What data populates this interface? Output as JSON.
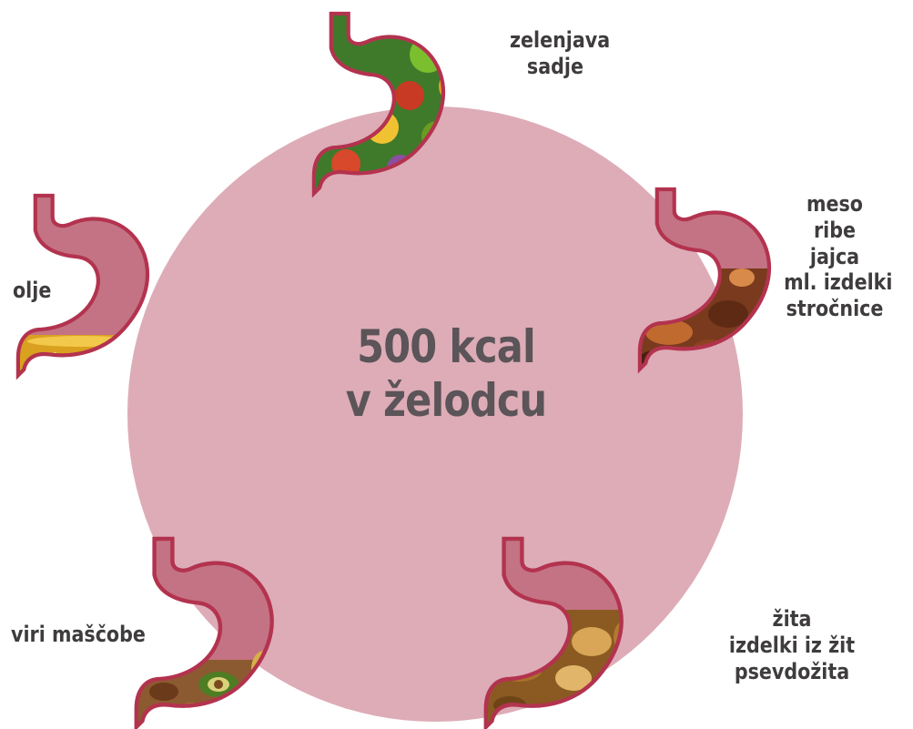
{
  "center_title": [
    "500 kcal",
    "v želodcu"
  ],
  "colors": {
    "circle": "#d9a3af",
    "stomach_fill": "#c47384",
    "stomach_outline": "#b3334f",
    "text": "#3f3c3e",
    "title_text": "#5b5458"
  },
  "groups": [
    {
      "id": "vegetables",
      "lines": [
        "zelenjava",
        "sadje"
      ],
      "contents": "fruits-vegetables",
      "fill_level": 1.0
    },
    {
      "id": "protein",
      "lines": [
        "meso",
        "ribe",
        "jajca",
        "ml. izdelki",
        "stročnice"
      ],
      "contents": "meat-fish",
      "fill_level": 0.55
    },
    {
      "id": "grains",
      "lines": [
        "žita",
        "izdelki iz žit",
        "psevdožita"
      ],
      "contents": "bread-grains",
      "fill_level": 0.6
    },
    {
      "id": "fat-sources",
      "lines": [
        "viri maščobe"
      ],
      "contents": "nuts-avocado",
      "fill_level": 0.3
    },
    {
      "id": "oil",
      "lines": [
        "olje"
      ],
      "contents": "oil",
      "fill_level": 0.15
    }
  ]
}
